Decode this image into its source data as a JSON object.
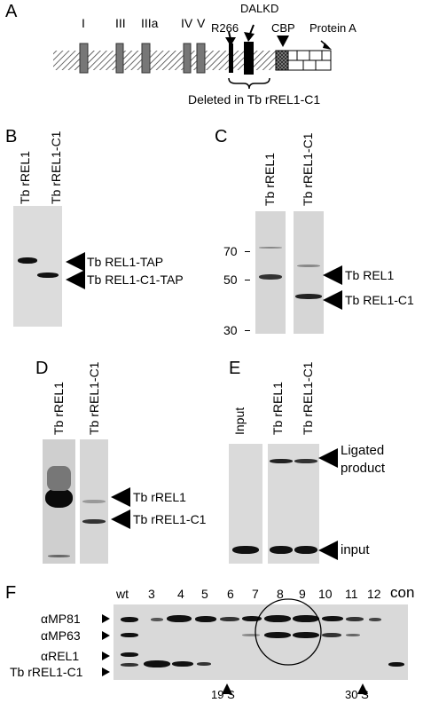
{
  "panels": {
    "A": {
      "letter": "A",
      "domains": [
        "I",
        "III",
        "IIIa",
        "IV",
        "V"
      ],
      "labels": {
        "r266": "R266",
        "dalkd": "DALKD",
        "cbp": "CBP",
        "protein_a": "Protein A"
      },
      "deleted_caption": "Deleted in Tb rREL1-C1"
    },
    "B": {
      "letter": "B",
      "lanes": [
        "Tb rREL1",
        "Tb rREL1-C1"
      ],
      "bands": [
        "Tb REL1-TAP",
        "Tb REL1-C1-TAP"
      ]
    },
    "C": {
      "letter": "C",
      "lanes": [
        "Tb rREL1",
        "Tb rREL1-C1"
      ],
      "markers": [
        "70",
        "50",
        "30"
      ],
      "bands": [
        "Tb REL1",
        "Tb REL1-C1"
      ]
    },
    "D": {
      "letter": "D",
      "lanes": [
        "Tb rREL1",
        "Tb rREL1-C1"
      ],
      "bands": [
        "Tb rREL1",
        "Tb rREL1-C1"
      ]
    },
    "E": {
      "letter": "E",
      "lanes": [
        "Input",
        "Tb rREL1",
        "Tb rREL1-C1"
      ],
      "bands": [
        "Ligated\nproduct",
        "input"
      ]
    },
    "F": {
      "letter": "F",
      "lanes": [
        "wt",
        "3",
        "4",
        "5",
        "6",
        "7",
        "8",
        "9",
        "10",
        "11",
        "12",
        "con"
      ],
      "rows": [
        "αMP81",
        "αMP63",
        "αREL1",
        "Tb rREL1-C1"
      ],
      "markers": [
        "19 S",
        "30 S"
      ]
    }
  }
}
